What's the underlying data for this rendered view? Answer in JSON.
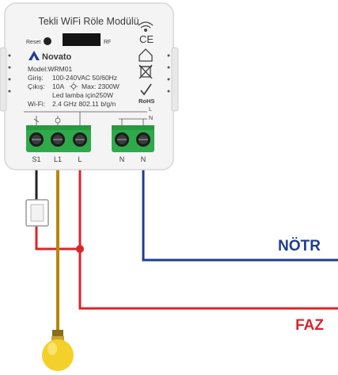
{
  "device": {
    "title": "Tekli WiFi Röle Modülü",
    "reset_label": "Reset",
    "rf_label": "RF",
    "brand": "Novato",
    "model": "Model:WRM01",
    "input_label": "Giriş:",
    "input_value": "100-240VAC 50/60Hz",
    "output_label": "Çıkış:",
    "output_current": "10A",
    "output_max": "Max: 2300W",
    "led_note": "Led lamba için250W",
    "wifi_label": "Wi-Fi:",
    "wifi_value": "2.4 GHz   802.11 b/g/n",
    "rohs": "RoHS",
    "ce": "CE",
    "terminals": [
      "S1",
      "L1",
      "L",
      "N",
      "N"
    ],
    "top_marks": [
      "L",
      "N"
    ]
  },
  "wires": {
    "neutral_label": "NÖTR",
    "phase_label": "FAZ",
    "neutral_color": "#1f3d8f",
    "phase_color": "#d9262b",
    "lamp_color": "#b8860b",
    "switch_color": "#222222",
    "label_neutral_color": "#1f3d8f",
    "label_phase_color": "#d9262b"
  },
  "icons": [
    "wifi-icon",
    "ce-icon",
    "home-icon",
    "recycle-bin-icon",
    "rohs-icon",
    "bulb-icon",
    "switch-icon",
    "sun-icon"
  ]
}
